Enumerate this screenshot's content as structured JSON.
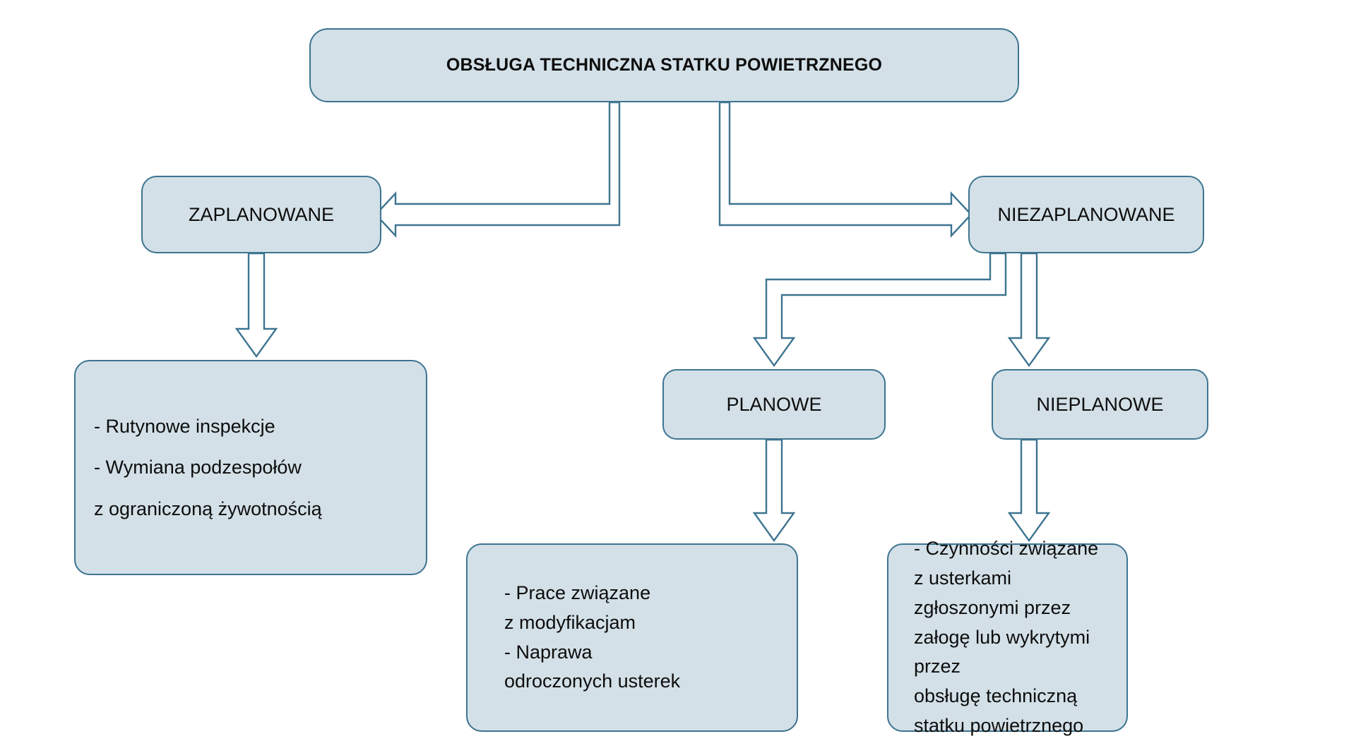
{
  "diagram": {
    "title": "OBSŁUGA TECHNICZNA STATKU POWIETRZNEGO",
    "language": "pl",
    "colors": {
      "node_fill": "#d3e0e7",
      "node_border": "#3d7490",
      "connector_stroke": "#3d7490",
      "connector_fill": "#ffffff",
      "text": "#0d0d0d",
      "background": "#ffffff"
    },
    "nodes": {
      "root": {
        "label": "OBSŁUGA TECHNICZNA STATKU POWIETRZNEGO"
      },
      "zaplanowane": {
        "label": "ZAPLANOWANE"
      },
      "niezaplanowane": {
        "label": "NIEZAPLANOWANE"
      },
      "planowe": {
        "label": "PLANOWE"
      },
      "nieplanowe": {
        "label": "NIEPLANOWE"
      },
      "zaplanowane_detail": {
        "label": "- Rutynowe inspekcje\n- Wymiana podzespołów\n   z ograniczoną żywotnością"
      },
      "planowe_detail": {
        "label": "- Prace związane\n   z modyfikacjam\n- Naprawa\n   odroczonych usterek"
      },
      "nieplanowe_detail": {
        "label": "- Czynności związane\n   z usterkami zgłoszonymi przez\n   załogę lub wykrytymi przez\n   obsługę techniczną\n   statku powietrznego"
      }
    },
    "edges": [
      {
        "from": "root",
        "to": "zaplanowane",
        "direction": "left"
      },
      {
        "from": "root",
        "to": "niezaplanowane",
        "direction": "right"
      },
      {
        "from": "zaplanowane",
        "to": "zaplanowane_detail",
        "direction": "down"
      },
      {
        "from": "niezaplanowane",
        "to": "planowe",
        "direction": "down"
      },
      {
        "from": "niezaplanowane",
        "to": "nieplanowe",
        "direction": "down"
      },
      {
        "from": "planowe",
        "to": "planowe_detail",
        "direction": "down"
      },
      {
        "from": "nieplanowe",
        "to": "nieplanowe_detail",
        "direction": "down"
      }
    ]
  }
}
